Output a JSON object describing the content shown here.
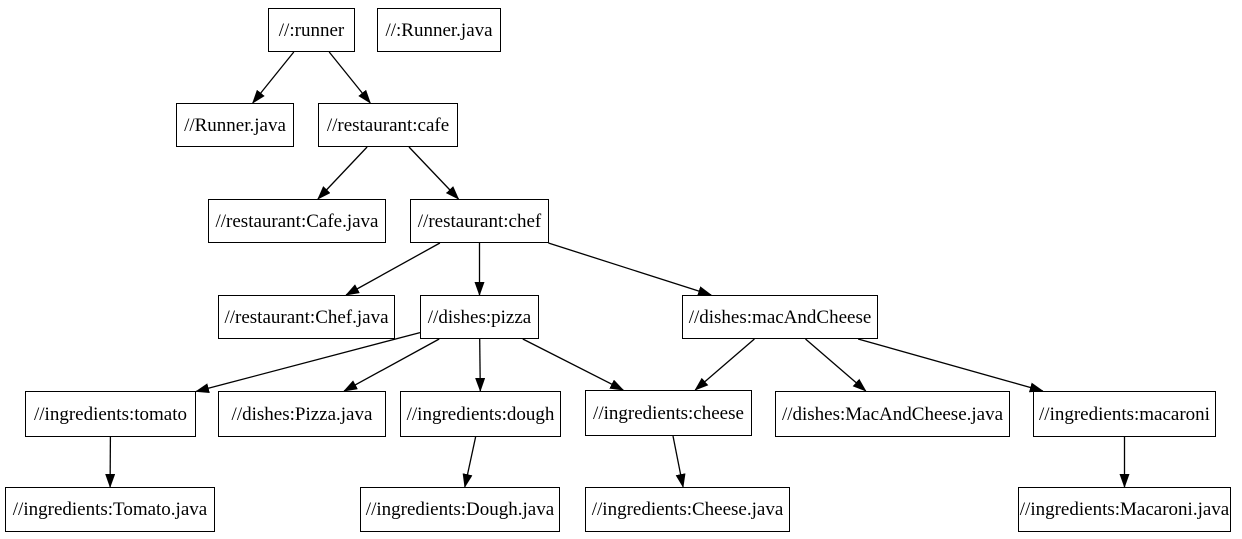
{
  "diagram": {
    "type": "dependency-graph",
    "background_color": "#ffffff",
    "node_fill_color": "#ffffff",
    "node_border_color": "#000000",
    "edge_color": "#000000",
    "text_color": "#000000",
    "nodes": [
      {
        "id": "runner",
        "label": "//:runner"
      },
      {
        "id": "runner-java-root",
        "label": "//:Runner.java"
      },
      {
        "id": "runner-java",
        "label": "//Runner.java"
      },
      {
        "id": "cafe",
        "label": "//restaurant:cafe"
      },
      {
        "id": "cafe-java",
        "label": "//restaurant:Cafe.java"
      },
      {
        "id": "chef",
        "label": "//restaurant:chef"
      },
      {
        "id": "chef-java",
        "label": "//restaurant:Chef.java"
      },
      {
        "id": "pizza",
        "label": "//dishes:pizza"
      },
      {
        "id": "mac-and-cheese",
        "label": "//dishes:macAndCheese"
      },
      {
        "id": "tomato",
        "label": "//ingredients:tomato"
      },
      {
        "id": "pizza-java",
        "label": "//dishes:Pizza.java"
      },
      {
        "id": "dough",
        "label": "//ingredients:dough"
      },
      {
        "id": "cheese",
        "label": "//ingredients:cheese"
      },
      {
        "id": "mac-and-cheese-java",
        "label": "//dishes:MacAndCheese.java"
      },
      {
        "id": "macaroni",
        "label": "//ingredients:macaroni"
      },
      {
        "id": "tomato-java",
        "label": "//ingredients:Tomato.java"
      },
      {
        "id": "dough-java",
        "label": "//ingredients:Dough.java"
      },
      {
        "id": "cheese-java",
        "label": "//ingredients:Cheese.java"
      },
      {
        "id": "macaroni-java",
        "label": "//ingredients:Macaroni.java"
      }
    ],
    "edges": [
      {
        "from": "runner",
        "to": "runner-java"
      },
      {
        "from": "runner",
        "to": "cafe"
      },
      {
        "from": "cafe",
        "to": "cafe-java"
      },
      {
        "from": "cafe",
        "to": "chef"
      },
      {
        "from": "chef",
        "to": "chef-java"
      },
      {
        "from": "chef",
        "to": "pizza"
      },
      {
        "from": "chef",
        "to": "mac-and-cheese"
      },
      {
        "from": "pizza",
        "to": "tomato"
      },
      {
        "from": "pizza",
        "to": "pizza-java"
      },
      {
        "from": "pizza",
        "to": "dough"
      },
      {
        "from": "pizza",
        "to": "cheese"
      },
      {
        "from": "mac-and-cheese",
        "to": "cheese"
      },
      {
        "from": "mac-and-cheese",
        "to": "mac-and-cheese-java"
      },
      {
        "from": "mac-and-cheese",
        "to": "macaroni"
      },
      {
        "from": "tomato",
        "to": "tomato-java"
      },
      {
        "from": "dough",
        "to": "dough-java"
      },
      {
        "from": "cheese",
        "to": "cheese-java"
      },
      {
        "from": "macaroni",
        "to": "macaroni-java"
      }
    ]
  }
}
